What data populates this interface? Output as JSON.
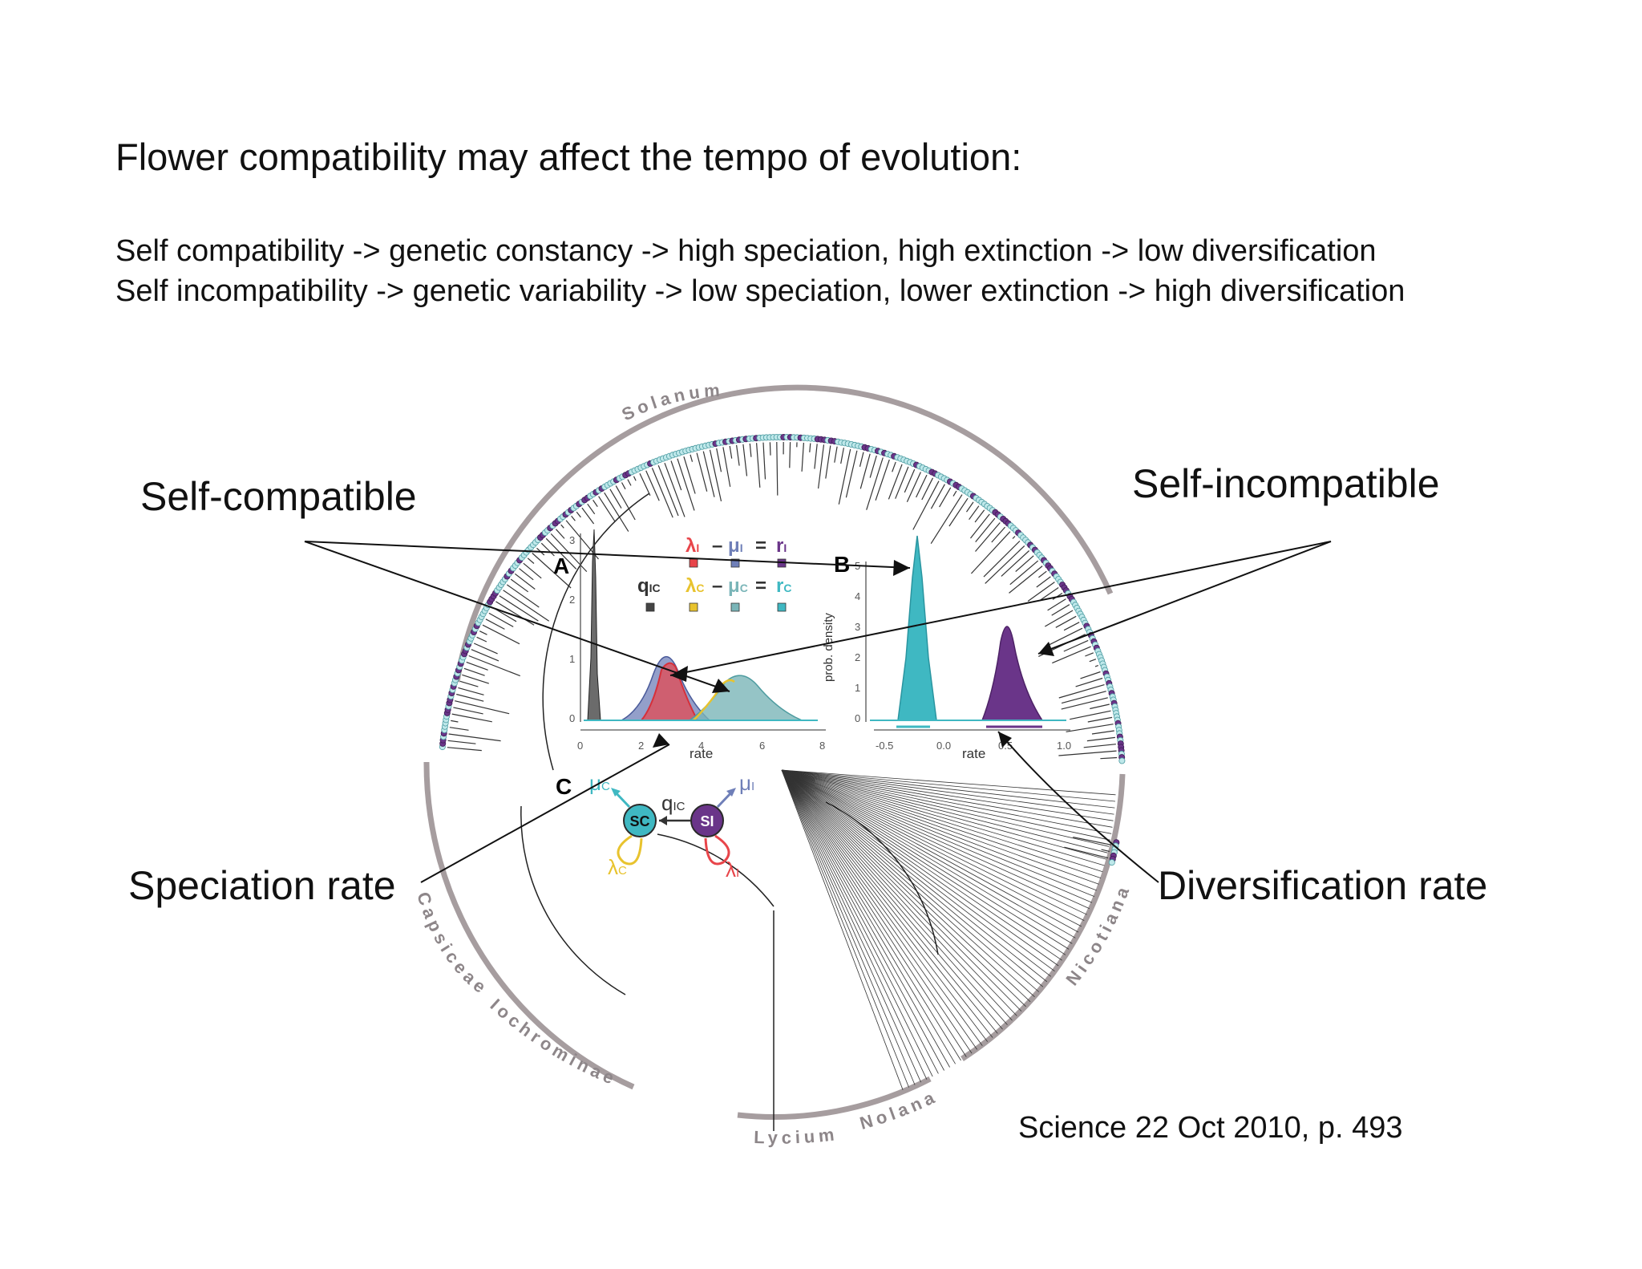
{
  "slide": {
    "title": "Flower compatibility may affect the tempo of evolution:",
    "line1": "Self compatibility -> genetic constancy -> high speciation, high extinction -> low diversification",
    "line2": "Self incompatibility -> genetic variability -> low speciation, lower extinction -> high diversification",
    "citation": "Science 22 Oct 2010, p. 493"
  },
  "callouts": {
    "self_compatible": "Self-compatible",
    "self_incompatible": "Self-incompatible",
    "speciation_rate": "Speciation rate",
    "diversification_rate": "Diversification rate"
  },
  "clades": {
    "solanum": "Solanum",
    "capsiceae": "Capsiceae",
    "iochrominae": "Iochrominae",
    "lycium": "Lycium",
    "nolana": "Nolana",
    "nicotiana": "Nicotiana"
  },
  "panels": {
    "a": "A",
    "b": "B",
    "c": "C",
    "x_label": "rate",
    "y_label": "prob. density",
    "a_xticks": [
      "0",
      "2",
      "4",
      "6",
      "8"
    ],
    "a_yticks": [
      "0",
      "1",
      "2",
      "3"
    ],
    "b_xticks": [
      "-0.5",
      "0.0",
      "0.5",
      "1.0"
    ],
    "b_yticks": [
      "0",
      "1",
      "2",
      "3",
      "4",
      "5"
    ],
    "node_sc": "SC",
    "node_si": "SI"
  },
  "colors": {
    "self_compatible": "#3fb8c2",
    "self_incompatible": "#6a3589",
    "speciation_si": "#e8454a",
    "extinction_si": "#6f7fb8",
    "speciation_sc": "#e8c32e",
    "extinction_sc": "#7ab5b8",
    "transition": "#444444",
    "clade_arc": "#a69d9f"
  }
}
